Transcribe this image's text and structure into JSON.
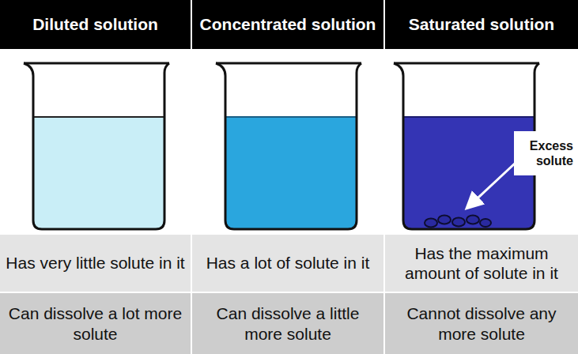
{
  "diagram": {
    "labels": [
      "Diluted solution",
      "Concentrated solution",
      "Saturated solution",
      "Excess solute",
      "Has very little solute in it",
      "Has a lot of solute in it",
      "Has the maximum amount of solute in it",
      "Can dissolve a lot more solute",
      "Can dissolve a little more solute",
      "Cannot dissolve any more solute"
    ]
  }
}
